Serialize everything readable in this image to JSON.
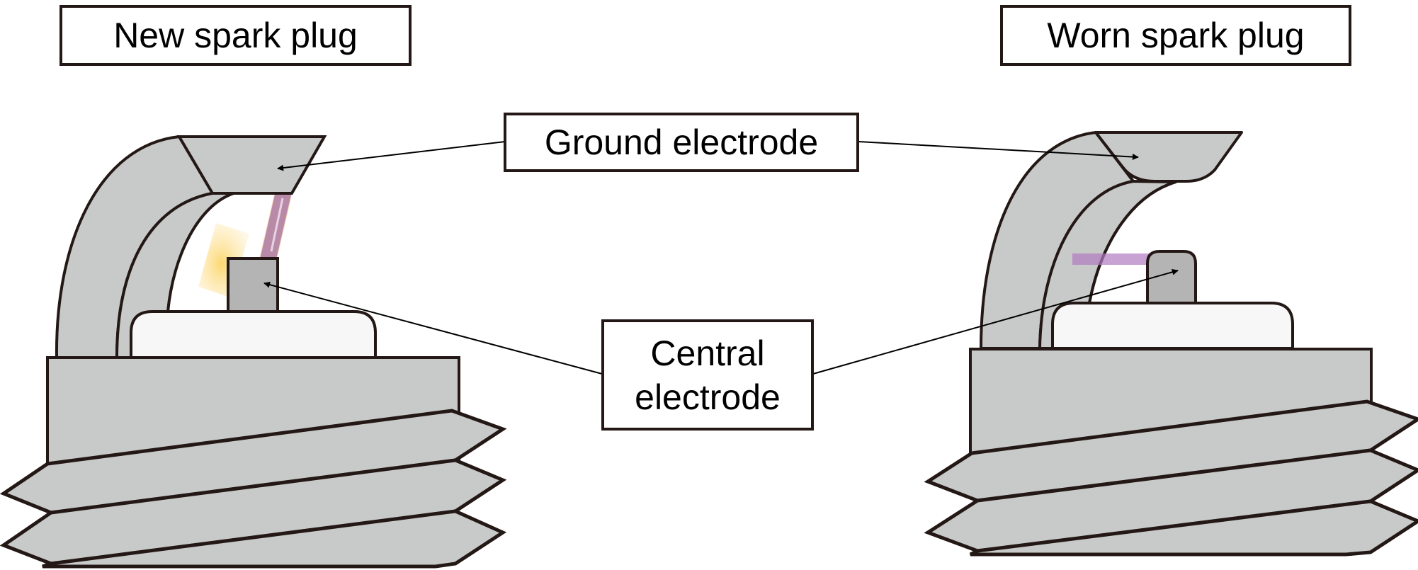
{
  "diagram": {
    "title_left": "New spark plug",
    "title_right": "Worn spark plug",
    "callouts": {
      "ground_electrode": "Ground electrode",
      "central_electrode_line1": "Central",
      "central_electrode_line2": "electrode"
    },
    "plugs": [
      {
        "id": "new",
        "state": "New spark plug",
        "ground_electrode_shape": "sharp-edged trapezoid",
        "central_electrode_shape": "square-cornered block",
        "spark": "narrow gap, spark shown as pink/purple beam with yellow glow"
      },
      {
        "id": "worn",
        "state": "Worn spark plug",
        "ground_electrode_shape": "rounded underside",
        "central_electrode_shape": "rounded top",
        "spark": "wider gap, horizontal purple beam"
      }
    ],
    "colors": {
      "metal": "#c8cac9",
      "electrode": "#b4b4b4",
      "insulator": "#f6f7f6",
      "outline": "#231815",
      "spark_pink": "#b98aa8",
      "spark_purple": "#c39fcb",
      "glow_yellow": "#fcd66a"
    }
  }
}
